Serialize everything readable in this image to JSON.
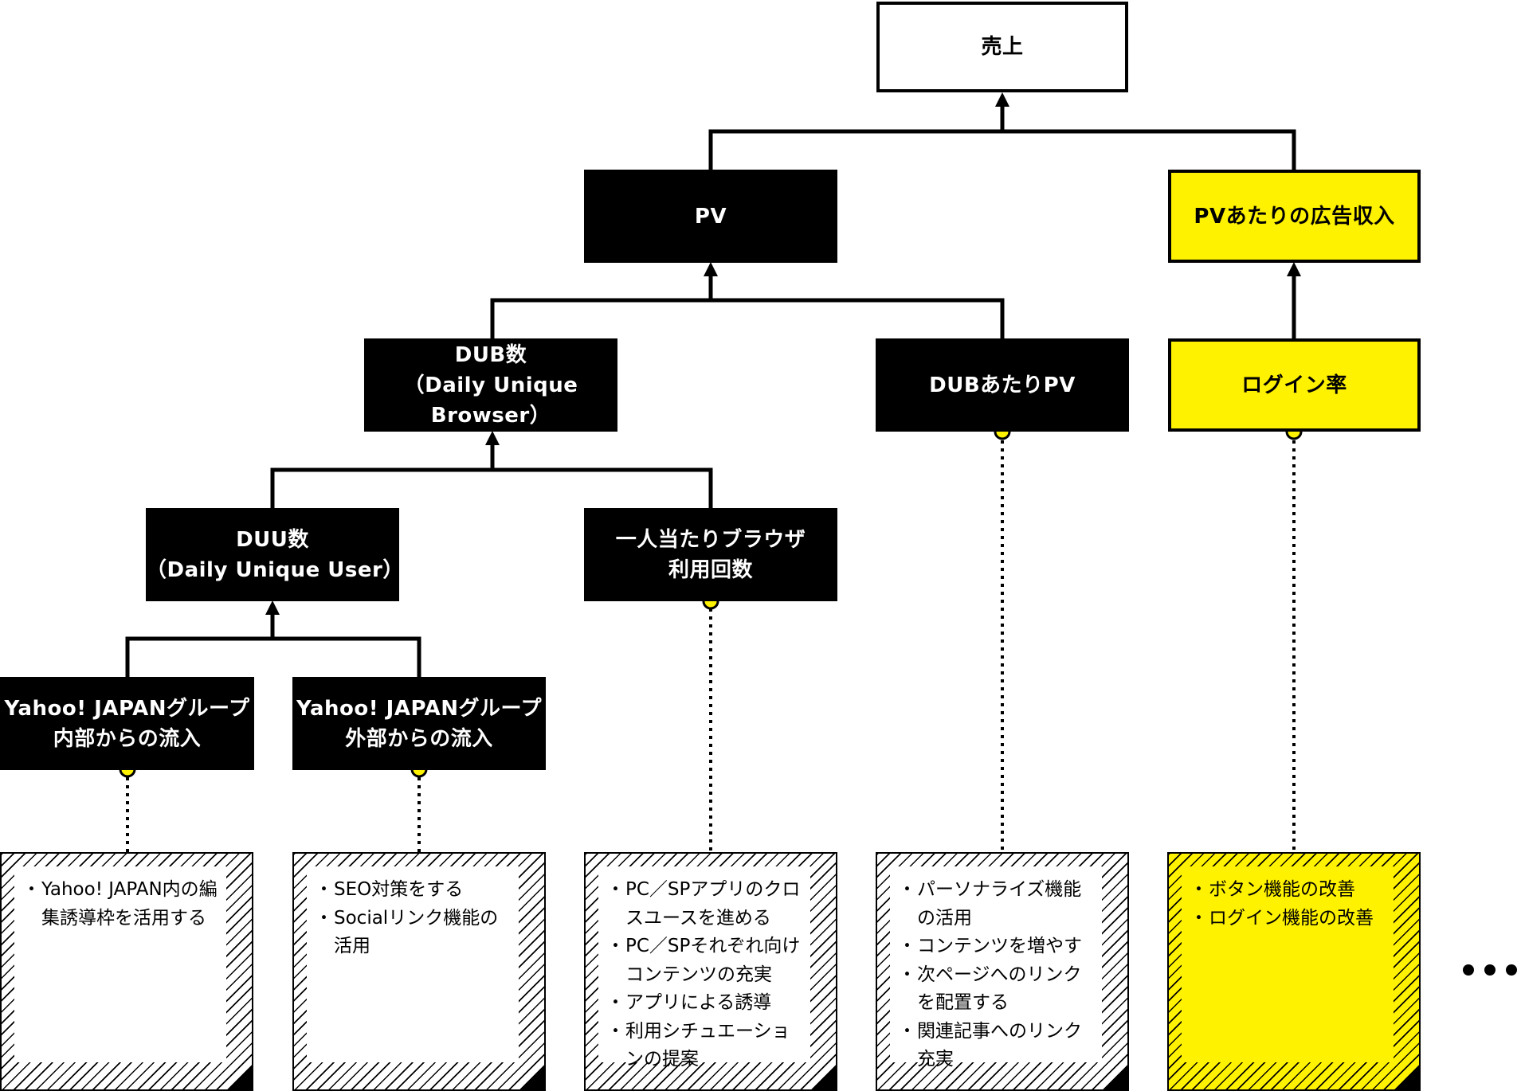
{
  "nodes": {
    "sales": "売上",
    "pv": "PV",
    "ad_revenue_per_pv": "PVあたりの広告収入",
    "dub_count": [
      "DUB数",
      "（Daily Unique Browser）"
    ],
    "pv_per_dub": "DUBあたりPV",
    "login_rate": "ログイン率",
    "duu_count": [
      "DUU数",
      "（Daily Unique User）"
    ],
    "browsers_per_person": [
      "一人当たりブラウザ",
      "利用回数"
    ],
    "internal_inflow": [
      "Yahoo! JAPANグループ",
      "内部からの流入"
    ],
    "external_inflow": [
      "Yahoo! JAPANグループ",
      "外部からの流入"
    ]
  },
  "memos": {
    "internal": [
      "Yahoo! JAPAN内の編集誘導枠を活用する"
    ],
    "external": [
      "SEO対策をする",
      "Socialリンク機能の活用"
    ],
    "browsers": [
      "PC／SPアプリのクロスユースを進める",
      "PC／SPそれぞれ向けコンテンツの充実",
      "アプリによる誘導",
      "利用シチュエーションの提案"
    ],
    "pv_per_dub": [
      "パーソナライズ機能の活用",
      "コンテンツを増やす",
      "次ページへのリンクを配置する",
      "関連記事へのリンク充実"
    ],
    "login": [
      "ボタン機能の改善",
      "ログイン機能の改善"
    ]
  },
  "colors": {
    "accent_yellow": "#fff200",
    "node_black": "#000000"
  },
  "ellipsis": "…"
}
